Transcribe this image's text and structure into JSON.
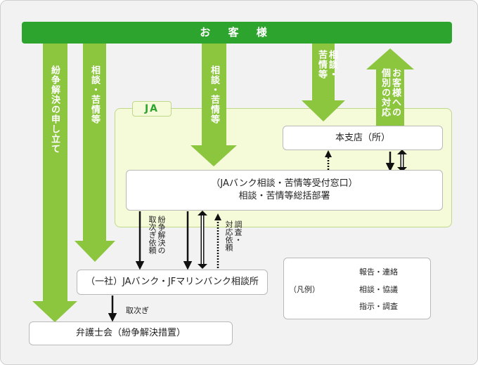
{
  "customer": {
    "label": "お 客 様"
  },
  "ja": {
    "label": "JA"
  },
  "big_arrows": {
    "dispute_filing": "紛争解決の申し立て",
    "consult_left": "相談・苦情等",
    "consult_center": "相談・苦情等",
    "consult_right": "相談・\n苦情等",
    "individual_response": "お客様への\n個別の対応"
  },
  "branch": {
    "label": "本支店（所）"
  },
  "ja_window": {
    "line1": "（JAバンク相談・苦情等受付窓口）",
    "line2": "相談・苦情等総括部署"
  },
  "association": {
    "label": "（一社）JAバンク・JFマリンバンク相談所"
  },
  "bar_association": {
    "label": "弁護士会（紛争解決措置）"
  },
  "small_labels": {
    "dispute_request": "紛争解決の\n取次ぎ依頼",
    "investigation_request": "調査・\n対応依頼",
    "forwarding": "取次ぎ"
  },
  "legend": {
    "title": "（凡例）",
    "report": "報告・連絡",
    "consult": "相談・協議",
    "instruct": "指示・調査"
  },
  "colors": {
    "green_bar": "#2da42d",
    "green_arrow": "#8cc63f",
    "region_fill": "#f5fad9",
    "region_border": "#bfd98a"
  }
}
